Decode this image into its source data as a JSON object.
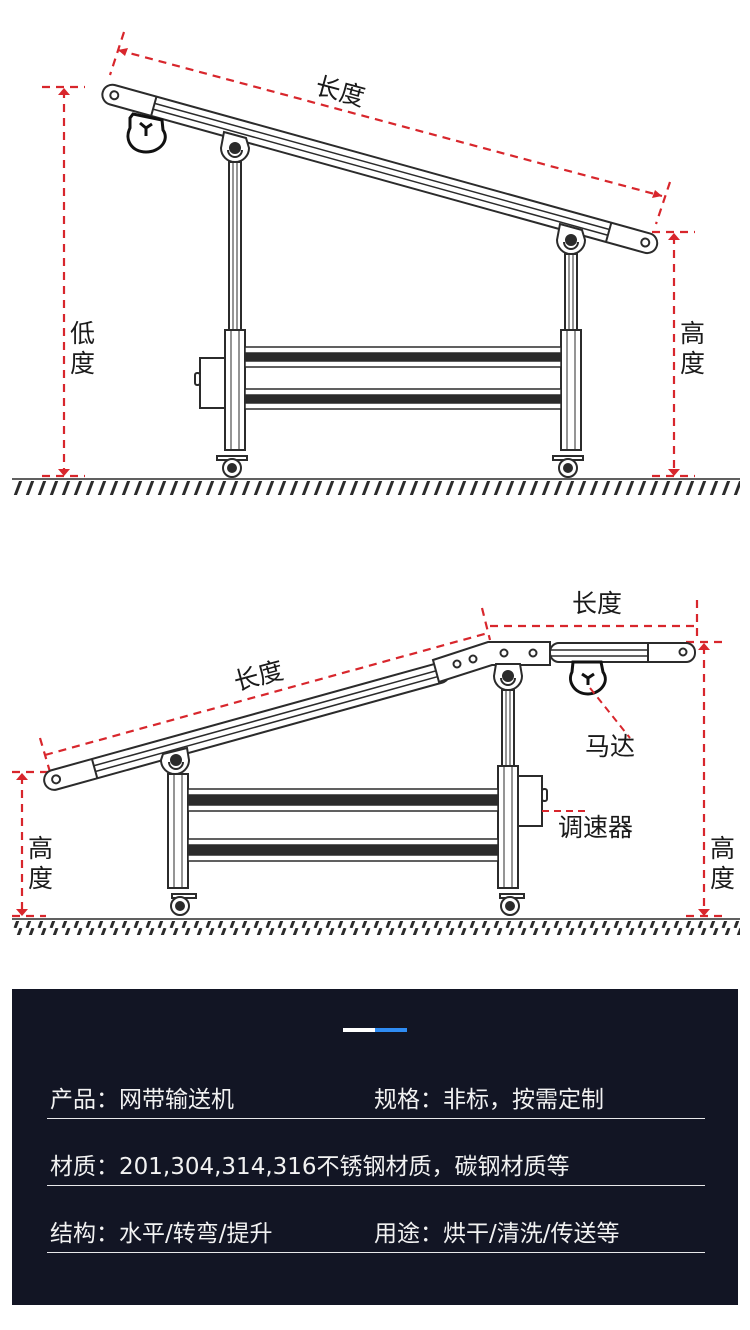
{
  "diagram_top": {
    "title": "Inclined belt conveyor - side view (descending)",
    "labels": {
      "length": "长度",
      "low_height": "低\n度",
      "low_height_line1": "低",
      "low_height_line2": "度",
      "high_height_line1": "高",
      "high_height_line2": "度"
    }
  },
  "diagram_bottom": {
    "title": "Inclined + horizontal belt conveyor - side view",
    "labels": {
      "incline_length": "长度",
      "horizontal_length": "长度",
      "motor": "马达",
      "speed_controller": "调速器",
      "left_height_line1": "高",
      "left_height_line2": "度",
      "right_height_line1": "高",
      "right_height_line2": "度"
    }
  },
  "colors": {
    "dimension_line": "#d8262c",
    "drawing_stroke": "#2b2b2b",
    "panel_bg": "#121524",
    "accent_white": "#ffffff",
    "accent_blue": "#2f8cf4"
  },
  "spec_panel": {
    "rows": [
      {
        "left": "产品：网带输送机",
        "right": "规格：非标，按需定制"
      },
      {
        "left": "材质：201,304,314,316不锈钢材质，碳钢材质等",
        "right": ""
      },
      {
        "left": "结构：水平/转弯/提升",
        "right": "用途：烘干/清洗/传送等"
      }
    ]
  }
}
